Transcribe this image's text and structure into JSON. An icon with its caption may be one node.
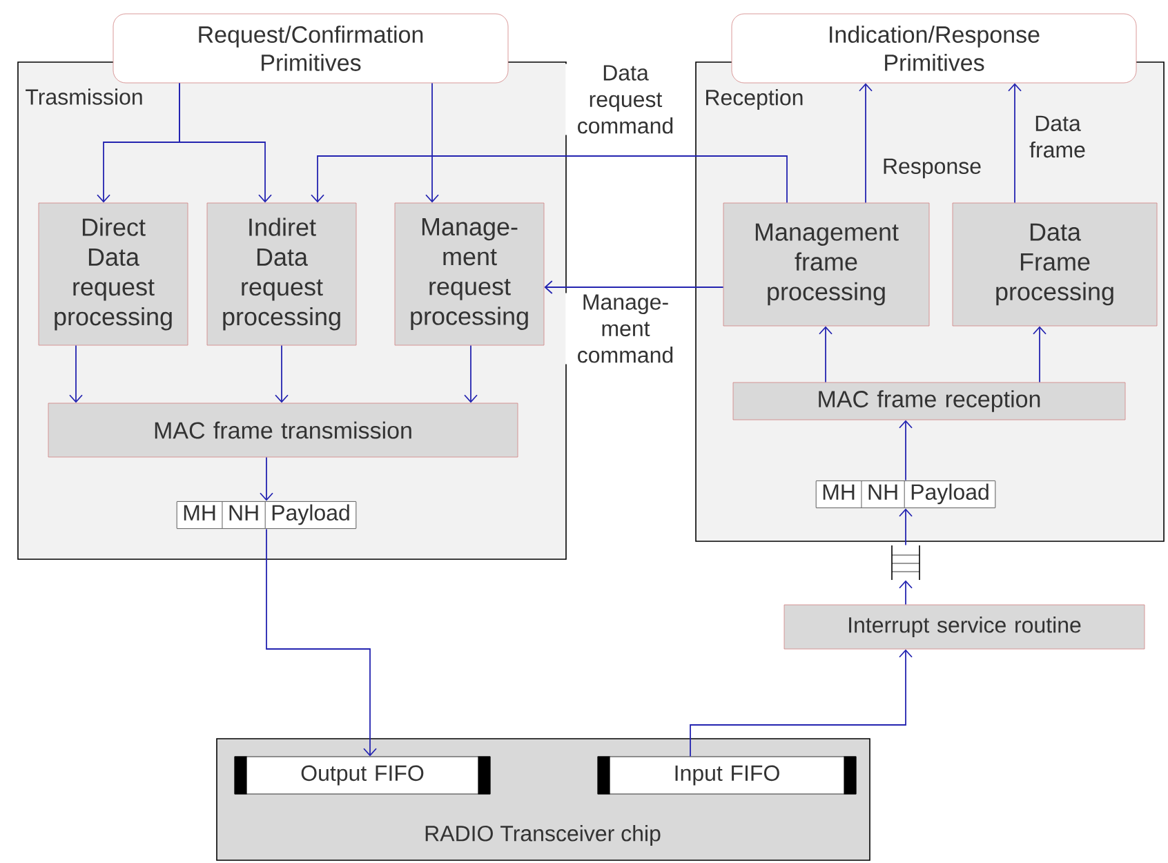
{
  "diagram": {
    "nodes": [
      {
        "text": [
          "Trasmission"
        ]
      },
      {
        "text": [
          "Request/Confirmation Primitives"
        ]
      },
      {
        "text": [
          "Direct Data request processing"
        ],
        "in": 0
      },
      {
        "text": [
          "Indiret Data request processing"
        ],
        "in": 0
      },
      {
        "text": [
          "Manage- ment request processing"
        ],
        "in": 0
      },
      {
        "text": [
          "MAC frame transmission"
        ],
        "in": 0
      },
      {
        "text": [
          "MH",
          "NH",
          "Payload"
        ],
        "in": 0
      },
      {
        "text": [
          "Reception"
        ]
      },
      {
        "text": [
          "Indication/Response Primitives"
        ]
      },
      {
        "text": [
          "Management frame processing"
        ],
        "in": 7
      },
      {
        "text": [
          "Data Frame processing"
        ],
        "in": 7
      },
      {
        "text": [
          "MAC frame reception"
        ],
        "in": 7
      },
      {
        "text": [
          "MH",
          "NH",
          "Payload"
        ],
        "in": 7
      },
      {
        "text": [],
        "shape": "queue"
      },
      {
        "text": [
          "Interrupt service routine"
        ]
      },
      {
        "text": [
          "RADIO Transceiver chip"
        ]
      },
      {
        "text": [
          "Output FIFO"
        ],
        "in": 15
      },
      {
        "text": [
          "Input FIFO"
        ],
        "in": 15
      }
    ],
    "edges": [
      {
        "from": 1,
        "to": 2,
        "arrow": "to"
      },
      {
        "from": 1,
        "to": 3,
        "arrow": "to"
      },
      {
        "from": 1,
        "to": 4,
        "arrow": "to"
      },
      {
        "from": 9,
        "to": 3,
        "arrow": "to",
        "label": "Data request command"
      },
      {
        "from": 9,
        "to": 4,
        "arrow": "to",
        "label": "Manage- ment command"
      },
      {
        "from": 9,
        "to": 8,
        "arrow": "to",
        "label": "Response"
      },
      {
        "from": 10,
        "to": 8,
        "arrow": "to",
        "label": "Data frame"
      },
      {
        "from": 2,
        "to": 5,
        "arrow": "to"
      },
      {
        "from": 3,
        "to": 5,
        "arrow": "to"
      },
      {
        "from": 4,
        "to": 5,
        "arrow": "to"
      },
      {
        "from": 5,
        "to": 6,
        "arrow": "to"
      },
      {
        "from": 6,
        "to": 16,
        "arrow": "to"
      },
      {
        "from": 17,
        "to": 14,
        "arrow": "to"
      },
      {
        "from": 14,
        "to": 13,
        "arrow": "to"
      },
      {
        "from": 13,
        "to": 12,
        "arrow": "to"
      },
      {
        "from": 12,
        "to": 11,
        "arrow": "to"
      },
      {
        "from": 11,
        "to": 9,
        "arrow": "to"
      },
      {
        "from": 11,
        "to": 10,
        "arrow": "to"
      }
    ]
  }
}
